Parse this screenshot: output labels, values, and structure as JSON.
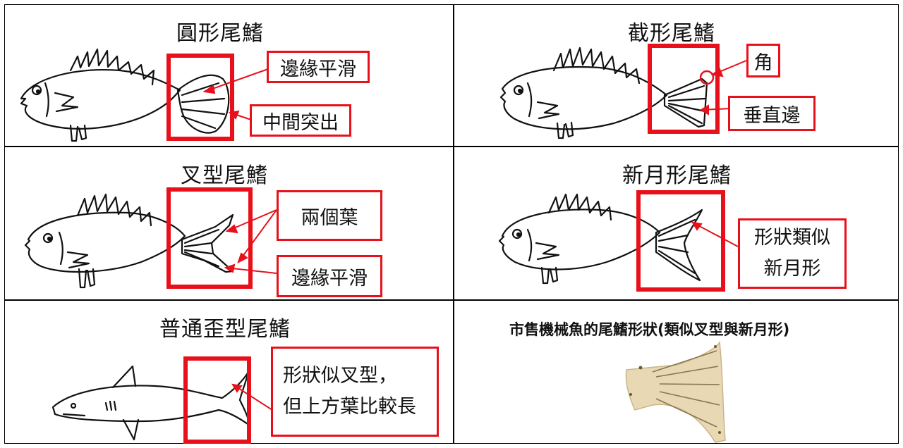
{
  "cells": {
    "round": {
      "title": "圓形尾鰭",
      "labels": [
        "邊緣平滑",
        "中間突出"
      ]
    },
    "truncate": {
      "title": "截形尾鰭",
      "labels": [
        "角",
        "垂直邊"
      ]
    },
    "forked": {
      "title": "叉型尾鰭",
      "labels": [
        "兩個葉",
        "邊緣平滑"
      ]
    },
    "lunate": {
      "title": "新月形尾鰭",
      "labels": [
        "形狀類似",
        "新月形"
      ]
    },
    "heterocercal": {
      "title": "普通歪型尾鰭",
      "labels": [
        "形狀似叉型，",
        "但上方葉比較長"
      ]
    },
    "product": {
      "title": "市售機械魚的尾鰭形狀(類似叉型與新月形)"
    }
  },
  "colors": {
    "accent": "#e8111b",
    "grid": "#000000"
  }
}
